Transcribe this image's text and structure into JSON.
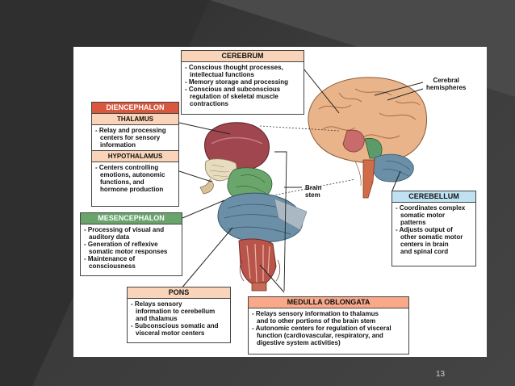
{
  "slide_number": "13",
  "cerebrum": {
    "title": "CEREBRUM",
    "items": [
      "- Conscious thought processes,",
      "  intellectual functions",
      "- Memory storage and processing",
      "- Conscious and subconscious",
      "  regulation of skeletal muscle",
      "  contractions"
    ]
  },
  "diencephalon": {
    "title": "DIENCEPHALON",
    "thalamus": {
      "title": "THALAMUS",
      "items": [
        "- Relay and processing",
        "  centers for sensory",
        "  information"
      ]
    },
    "hypothalamus": {
      "title": "HYPOTHALAMUS",
      "items": [
        "- Centers controlling",
        "  emotions, autonomic",
        "  functions, and",
        "  hormone production"
      ]
    }
  },
  "mesencephalon": {
    "title": "MESENCEPHALON",
    "items": [
      "- Processing of visual and",
      "  auditory data",
      "- Generation of reflexive",
      "  somatic motor responses",
      "- Maintenance of",
      "  consciousness"
    ]
  },
  "pons": {
    "title": "PONS",
    "items": [
      "- Relays sensory",
      "  information to cerebellum",
      "  and thalamus",
      "- Subconscious somatic and",
      "  visceral motor centers"
    ]
  },
  "medulla": {
    "title": "MEDULLA OBLONGATA",
    "items": [
      "- Relays sensory information to thalamus",
      "  and to other portions of the brain stem",
      "- Autonomic centers for regulation of visceral",
      "  function (cardiovascular, respiratory, and",
      "  digestive system activities)"
    ]
  },
  "cerebellum": {
    "title": "CEREBELLUM",
    "items": [
      "- Coordinates complex",
      "  somatic motor",
      "  patterns",
      "- Adjusts output of",
      "  other somatic motor",
      "  centers in brain",
      "  and spinal cord"
    ]
  },
  "labels": {
    "cerebral_hemispheres": [
      "Cerebral",
      "hemispheres"
    ],
    "brain_stem": [
      "Brain",
      "stem"
    ]
  },
  "colors": {
    "background": "#3c3c3c",
    "diencephalon_header": "#d9573e",
    "thalamus_header": "#f9d4b8",
    "mesencephalon_header": "#69a46b",
    "cerebellum_header": "#bfe1f1",
    "pons_header": "#f9d4b8",
    "medulla_header": "#f9a98a",
    "cerebrum_header": "#f9d4b8"
  }
}
